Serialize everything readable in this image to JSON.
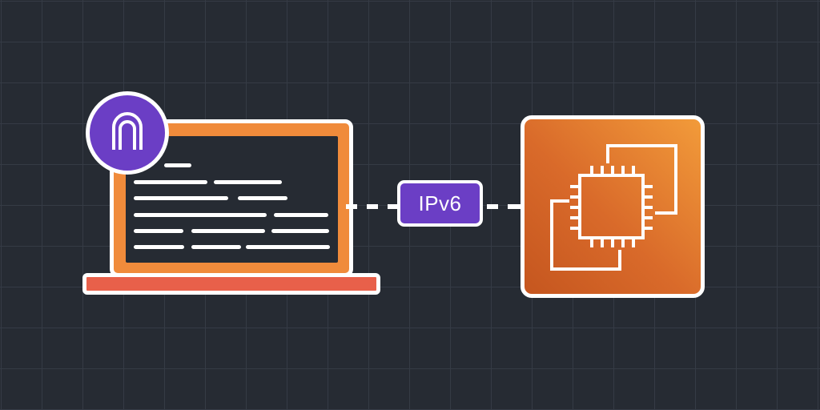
{
  "diagram": {
    "connector_label": "IPv6",
    "nodes": [
      {
        "id": "client",
        "icon": "laptop-with-code-icon",
        "badge_icon": "arch-gateway-icon"
      },
      {
        "id": "server",
        "icon": "ec2-instance-chip-icon"
      }
    ],
    "edges": [
      {
        "from": "client",
        "to": "server",
        "label": "IPv6",
        "style": "dashed"
      }
    ]
  },
  "colors": {
    "background": "#262b33",
    "grid": "#353b45",
    "laptop_frame": "#f08b3b",
    "laptop_base": "#e8604a",
    "badge": "#6b3ec5",
    "label_bg": "#6b3ec5",
    "ec2_gradient_light": "#f29b3a",
    "ec2_gradient_dark": "#c5561f",
    "stroke": "#ffffff"
  }
}
